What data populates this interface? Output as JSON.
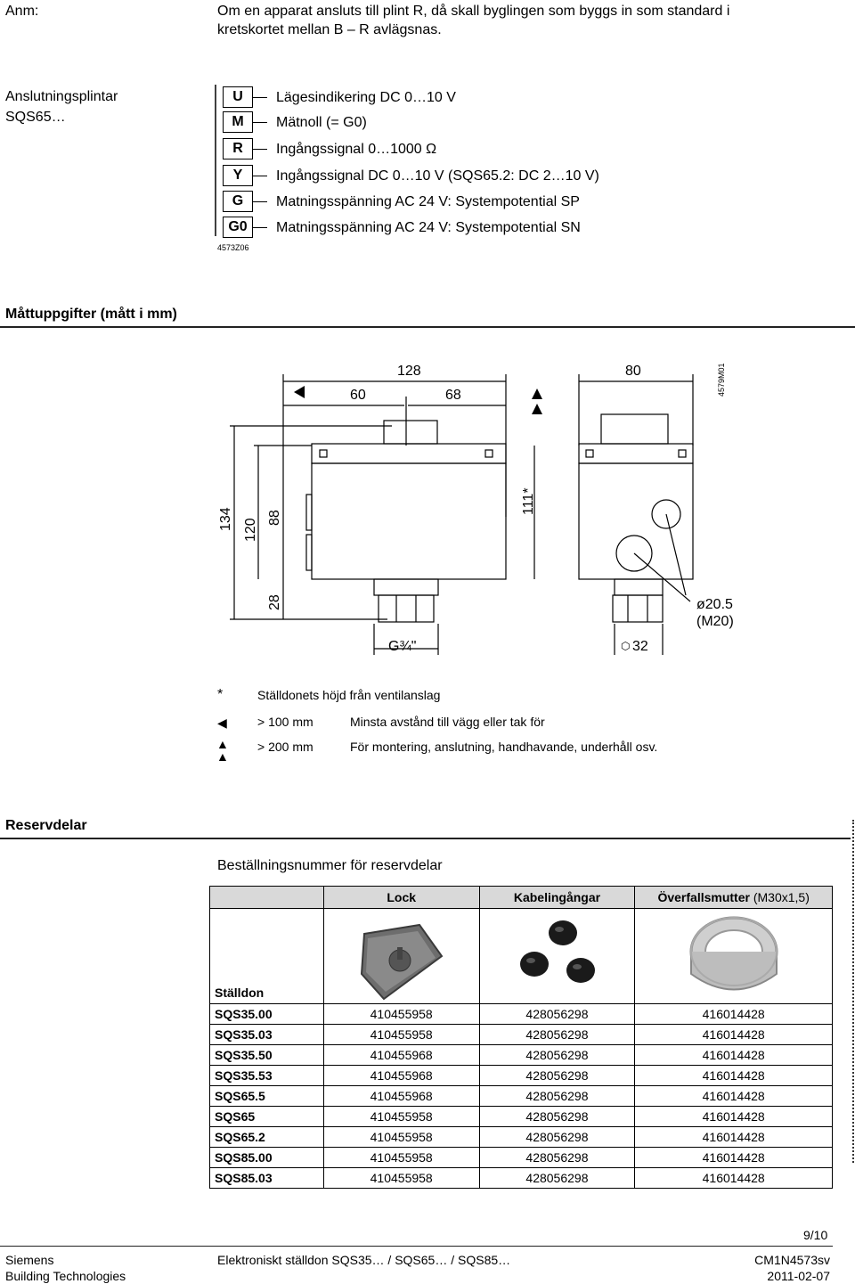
{
  "note": {
    "label": "Anm:",
    "text_line1": "Om en apparat ansluts till plint R, då skall byglingen som byggs in som standard i",
    "text_line2": "kretskortet mellan B – R avlägsnas."
  },
  "terminals": {
    "title_line1": "Anslutningsplintar",
    "title_line2": "SQS65…",
    "figure_code": "4573Z06",
    "rows": [
      {
        "code": "U",
        "desc": "Lägesindikering DC 0…10 V"
      },
      {
        "code": "M",
        "desc": "Mätnoll (= G0)"
      },
      {
        "code": "R",
        "desc": "Ingångssignal 0…1000 Ω"
      },
      {
        "code": "Y",
        "desc": "Ingångssignal DC 0…10 V (SQS65.2: DC 2…10 V)"
      },
      {
        "code": "G",
        "desc": "Matningsspänning AC 24 V: Systempotential SP"
      },
      {
        "code": "G0",
        "desc": "Matningsspänning AC 24 V: Systempotential SN"
      }
    ]
  },
  "dimensions": {
    "heading": "Måttuppgifter (mått i mm)",
    "figure_code": "4579M01",
    "labels": {
      "d128": "128",
      "d60": "60",
      "d68": "68",
      "d80": "80",
      "d134": "134",
      "d120": "120",
      "d88": "88",
      "d28": "28",
      "d111": "111*",
      "thread": "G¾\"",
      "wrench": "32",
      "hole1": "ø20.5",
      "hole2": "(M20)"
    },
    "legend": [
      {
        "symbol": "*",
        "value": "",
        "text": "Ställdonets höjd från ventilanslag"
      },
      {
        "symbol": "◀",
        "value": "> 100 mm",
        "text": "Minsta avstånd till vägg eller tak för"
      },
      {
        "symbol": "▲▲",
        "value": "> 200 mm",
        "text": "För montering, anslutning, handhavande, underhåll osv."
      }
    ]
  },
  "spares": {
    "heading": "Reservdelar",
    "subheading": "Beställningsnummer för reservdelar",
    "columns": {
      "actuator": "Ställdon",
      "lock": "Lock",
      "cable": "Kabelingångar",
      "nut": "Överfallsmutter",
      "nut_suffix": "(M30x1,5)"
    },
    "rows": [
      {
        "model": "SQS35.00",
        "lock": "410455958",
        "cable": "428056298",
        "nut": "416014428"
      },
      {
        "model": "SQS35.03",
        "lock": "410455958",
        "cable": "428056298",
        "nut": "416014428"
      },
      {
        "model": "SQS35.50",
        "lock": "410455968",
        "cable": "428056298",
        "nut": "416014428"
      },
      {
        "model": "SQS35.53",
        "lock": "410455968",
        "cable": "428056298",
        "nut": "416014428"
      },
      {
        "model": "SQS65.5",
        "lock": "410455968",
        "cable": "428056298",
        "nut": "416014428"
      },
      {
        "model": "SQS65",
        "lock": "410455958",
        "cable": "428056298",
        "nut": "416014428"
      },
      {
        "model": "SQS65.2",
        "lock": "410455958",
        "cable": "428056298",
        "nut": "416014428"
      },
      {
        "model": "SQS85.00",
        "lock": "410455958",
        "cable": "428056298",
        "nut": "416014428"
      },
      {
        "model": "SQS85.03",
        "lock": "410455958",
        "cable": "428056298",
        "nut": "416014428"
      }
    ]
  },
  "footer": {
    "page": "9/10",
    "company": "Siemens",
    "division": "Building Technologies",
    "doc_title": "Elektroniskt ställdon SQS35… / SQS65… / SQS85…",
    "doc_code": "CM1N4573sv",
    "date": "2011-02-07"
  }
}
